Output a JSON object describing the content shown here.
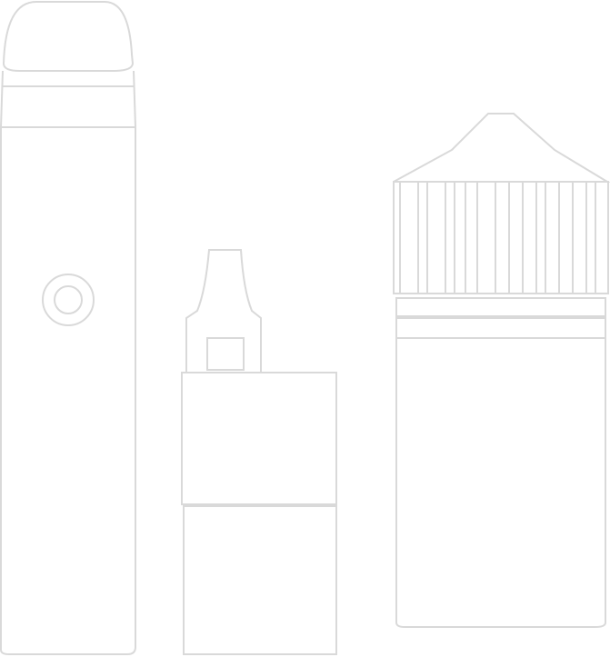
{
  "scene": {
    "background_color": "#ffffff",
    "outline_color": "#f4f4f4",
    "objects": [
      "thermos-bottle",
      "dropper-bottle",
      "squeeze-bottle",
      "container"
    ]
  }
}
